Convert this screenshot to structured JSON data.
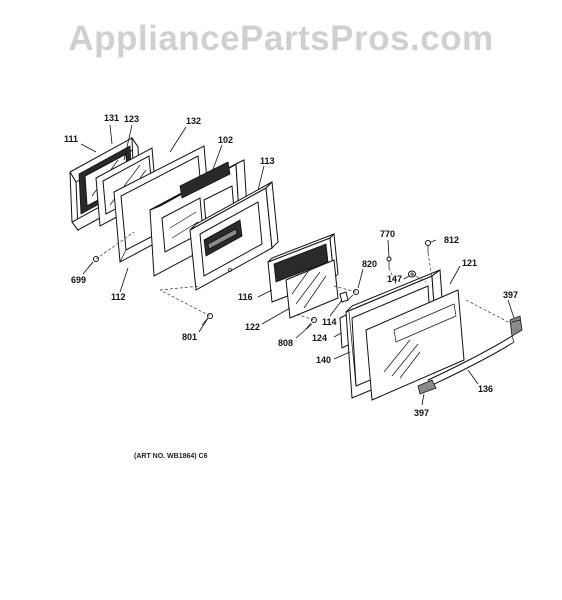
{
  "watermark": "AppliancePartsPros.com",
  "art_number": "(ART NO. WB1864) C6",
  "callouts": [
    "131",
    "123",
    "132",
    "111",
    "102",
    "113",
    "699",
    "112",
    "116",
    "801",
    "122",
    "808",
    "114",
    "820",
    "770",
    "812",
    "147",
    "121",
    "124",
    "140",
    "397",
    "136",
    "397"
  ],
  "colors": {
    "watermark": "#d0d0d0",
    "lines": "#111111"
  }
}
